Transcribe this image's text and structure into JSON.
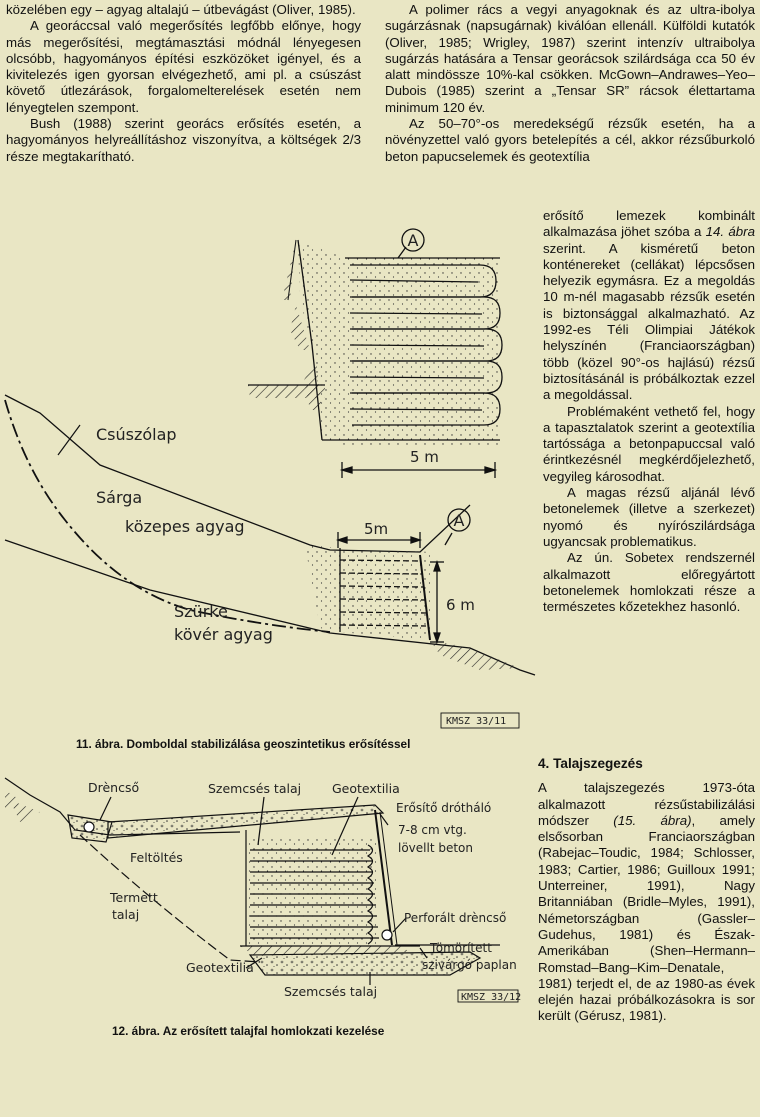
{
  "colA": [
    "közelében egy – agyag altalajú – útbevágást (Oliver, 1985).",
    "A georáccsal való megerősítés legfőbb előnye, hogy más megerősítési, megtámasztási módnál lényegesen olcsóbb, hagyományos építési eszközöket igényel, és a kivitelezés igen gyorsan elvégezhető, ami pl. a csúszást követő útlezárások, forgalomelterelések esetén nem lényegtelen szempont.",
    "Bush (1988) szerint georács erősítés esetén, a hagyományos helyreállításhoz viszonyítva, a költségek 2/3 része megtakarítható."
  ],
  "colB": [
    "A polimer rács a vegyi anyagoknak és az ultra-ibolya sugárzásnak (napsugárnak) kiválóan ellenáll. Külföldi kutatók (Oliver, 1985; Wrigley, 1987) szerint intenzív ultraibolya sugárzás hatására a Tensar georácsok szilárdsága cca 50 év alatt mindössze 10%-kal csökken. McGown–Andrawes–Yeo–Dubois (1985) szerint a „Tensar SR” rácsok élettartama minimum 120 év.",
    "Az 50–70°-os meredekségű rézsűk esetén, ha a növényzettel való gyors betelepítés a cél, akkor rézsűburkoló beton papucselemek és geotextília"
  ],
  "colC": {
    "p1_a": "erősítő lemezek kombinált alkalmazása jöhet szóba a ",
    "p1_ref": "14. ábra",
    "p1_b": " szerint. A kisméretű beton konténereket (cellákat) lépcsősen helyezik egymásra. Ez a megoldás 10 m-nél magasabb rézsűk esetén is biztonsággal alkalmazható. Az 1992-es Téli Olimpiai Játékok helyszínén (Franciaországban) több (közel 90°-os hajlású) rézsű biztosításánál is próbálkoztak ezzel a megoldással.",
    "p2": "Problémaként vethető fel, hogy a tapasztalatok szerint a geotextília tartóssága a betonpapuccsal való érintkezésnél megkérdőjelezhető, vegyileg károsodhat.",
    "p3": "A magas rézsű aljánál lévő betonelemek (illetve a szerkezet) nyomó és nyírószilárdsága ugyancsak problematikus.",
    "p4": "Az ún. Sobetex rendszernél alkalmazott előregyártott betonelemek homlokzati része a természetes kőzetekhez hasonló."
  },
  "colD": {
    "heading": "4.  Talajszegezés",
    "p_a": "A talajszegezés 1973-óta alkalmazott rézsűstabilizálási módszer ",
    "p_ref": "(15. ábra)",
    "p_b": ", amely elsősorban Franciaországban (Rabejac–Toudic, 1984; Schlosser, 1983; Cartier, 1986; Guilloux 1991; Unterreiner, 1991), Nagy Britanniában (Bridle–Myles, 1991), Németországban (Gassler–Gudehus, 1981) és Észak-Amerikában (Shen–Hermann–Romstad–Bang–Kim–Denatale, 1981) terjedt el, de az 1980-as évek elején hazai próbálkozásokra is sor került (Gérusz, 1981)."
  },
  "fig11": {
    "caption": "11. ábra. Domboldal stabilizálása geoszintetikus erősítéssel",
    "label_a1": "A",
    "label_a2": "A",
    "dim_top": "5 m",
    "dim_mid": "5m",
    "dim_height": "6 m",
    "csuszolap": "Csúszólap",
    "sarga1": "Sárga",
    "sarga2": "közepes agyag",
    "szurke1": "Szürke",
    "szurke2": "kövér agyag",
    "code": "KMSZ 33/11"
  },
  "fig12": {
    "caption": "12. ábra. Az erősített talajfal homlokzati kezelése",
    "drencso": "Drèncső",
    "szemcses_top": "Szemcsés talaj",
    "geotextilia_top": "Geotextilia",
    "erosito": "Erősítő drótháló",
    "beton1": "7-8 cm vtg.",
    "beton2": "lövellt beton",
    "feltoltes": "Feltöltés",
    "termett1": "Termett",
    "termett2": "talaj",
    "perforalt": "Perforált drèncső",
    "tomoritett1": "Tömörített",
    "tomoritett2": "szivárgó paplan",
    "geotextilia_bot": "Geotextilia",
    "szemcses_bot": "Szemcsés talaj",
    "code": "KMSZ 33/12"
  }
}
